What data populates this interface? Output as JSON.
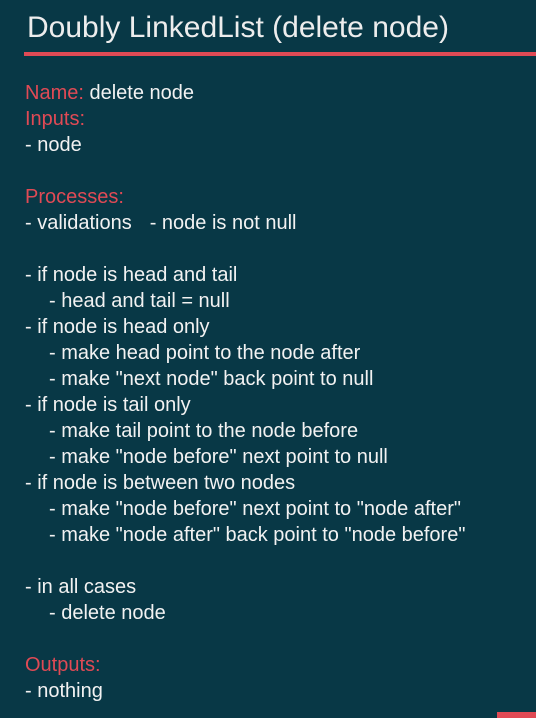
{
  "slide": {
    "title": "Doubly LinkedList (delete node)",
    "name_label": "Name:",
    "name_value": "delete node",
    "inputs_label": "Inputs:",
    "inputs": [
      "- node"
    ],
    "processes_label": "Processes:",
    "validations": {
      "label": "- validations",
      "detail": "- node is not null"
    },
    "cases": [
      "- if node is head and tail",
      "- head and tail = null",
      "- if node is head only",
      "- make head point to the node after",
      "- make \"next node\" back point to null",
      "- if node is tail only",
      "- make tail point to the node before",
      "- make \"node before\" next point to null",
      "- if node is between two nodes",
      "- make \"node before\" next point to \"node after\"",
      "- make \"node after\" back point to \"node before\""
    ],
    "all_cases": [
      "- in all cases",
      "- delete node"
    ],
    "outputs_label": "Outputs:",
    "outputs": [
      "- nothing"
    ]
  },
  "colors": {
    "background": "#083846",
    "accent": "#e04a55",
    "text": "#f2f2f2"
  }
}
